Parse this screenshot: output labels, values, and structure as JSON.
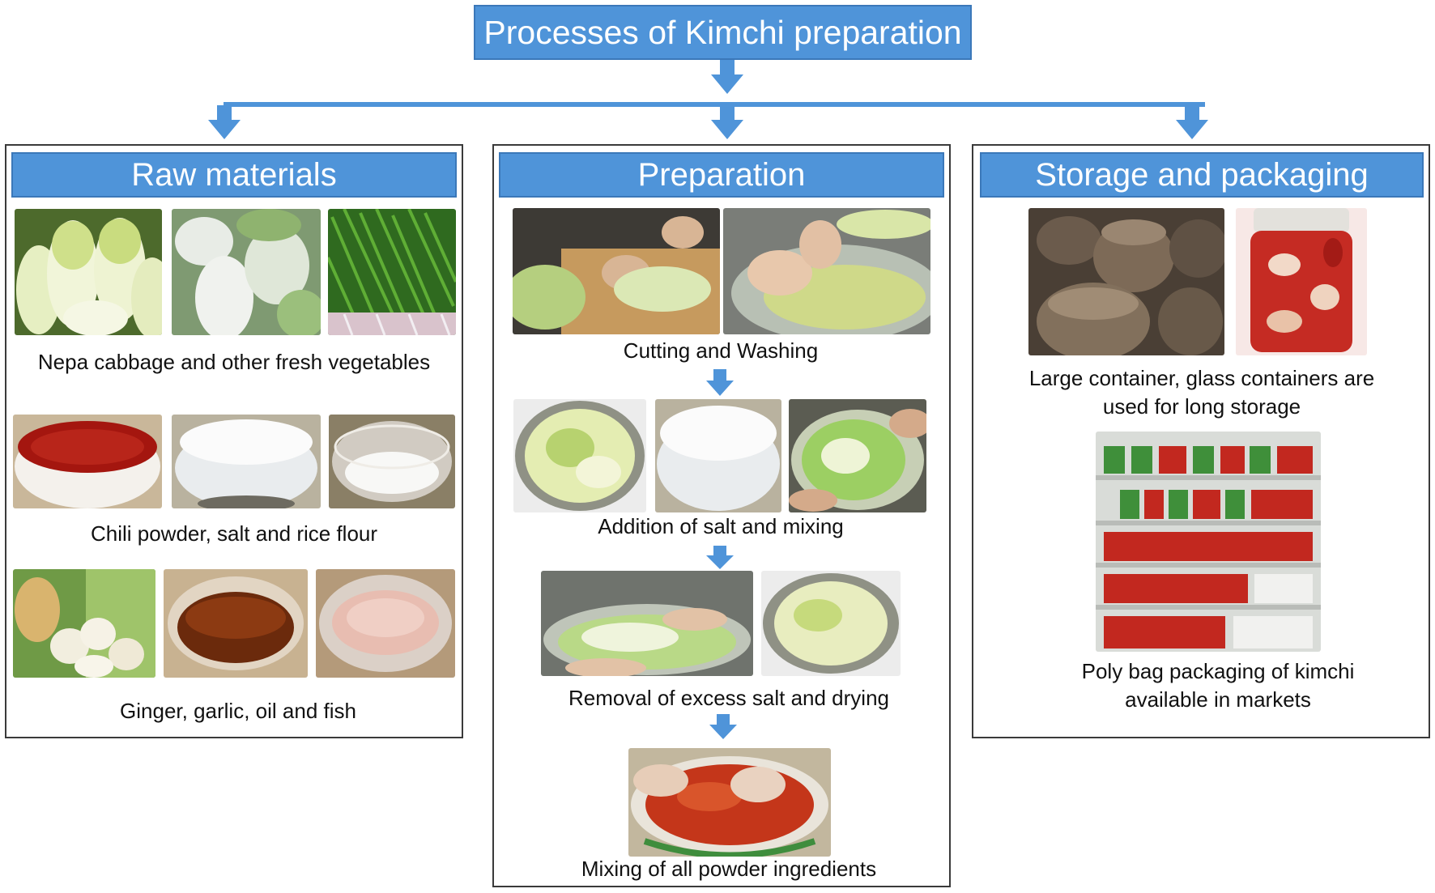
{
  "title": "Processes of Kimchi preparation",
  "colors": {
    "accent": "#4f94d9",
    "border": "#3a3a3a"
  },
  "panels": {
    "raw": {
      "title": "Raw materials",
      "captions": [
        "Nepa cabbage and other fresh vegetables",
        "Chili powder, salt and rice flour",
        "Ginger, garlic, oil and fish"
      ]
    },
    "prep": {
      "title": "Preparation",
      "captions": [
        "Cutting and Washing",
        "Addition of salt and mixing",
        "Removal of excess salt and drying",
        "Mixing of all powder ingredients"
      ]
    },
    "storage": {
      "title": "Storage and packaging",
      "captions": [
        "Large container, glass containers are",
        "used for long storage",
        "Poly bag packaging of kimchi",
        "available in markets"
      ]
    }
  }
}
